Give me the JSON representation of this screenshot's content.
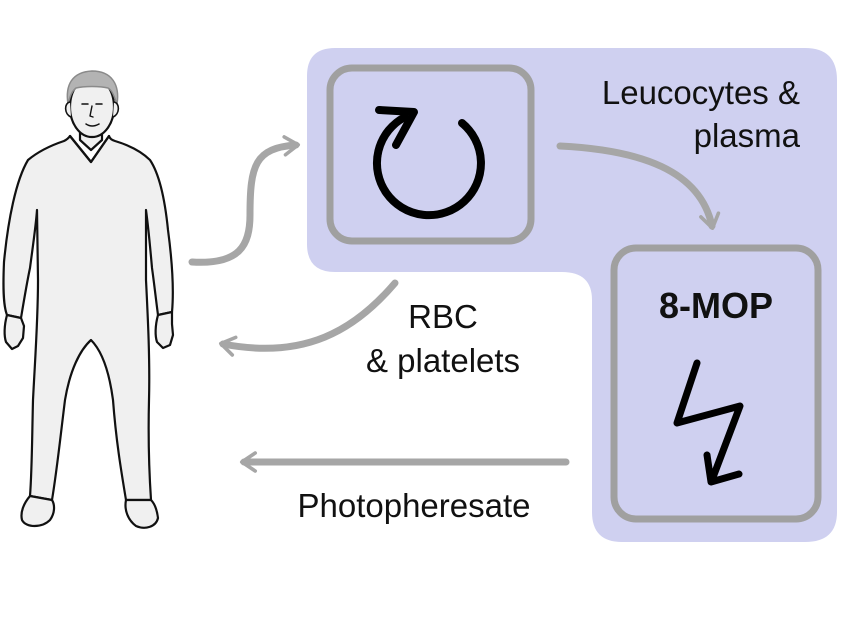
{
  "labels": {
    "leucocytes_line1": "Leucocytes &",
    "leucocytes_line2": "plasma",
    "rbc_line1": "RBC",
    "rbc_line2": "& platelets",
    "drug": "8-MOP",
    "photopheresate": "Photopheresate"
  },
  "icons": {
    "separation": "circular-arrow-icon",
    "uv_irradiation": "lightning-bolt-icon",
    "patient": "person-figure"
  },
  "colors": {
    "panel": "#cfd0f0",
    "box_border": "#a0a0a0",
    "arrow": "#a6a6a6",
    "figure_fill": "#f0f0f0",
    "figure_stroke": "#111111",
    "symbol": "#000000"
  }
}
